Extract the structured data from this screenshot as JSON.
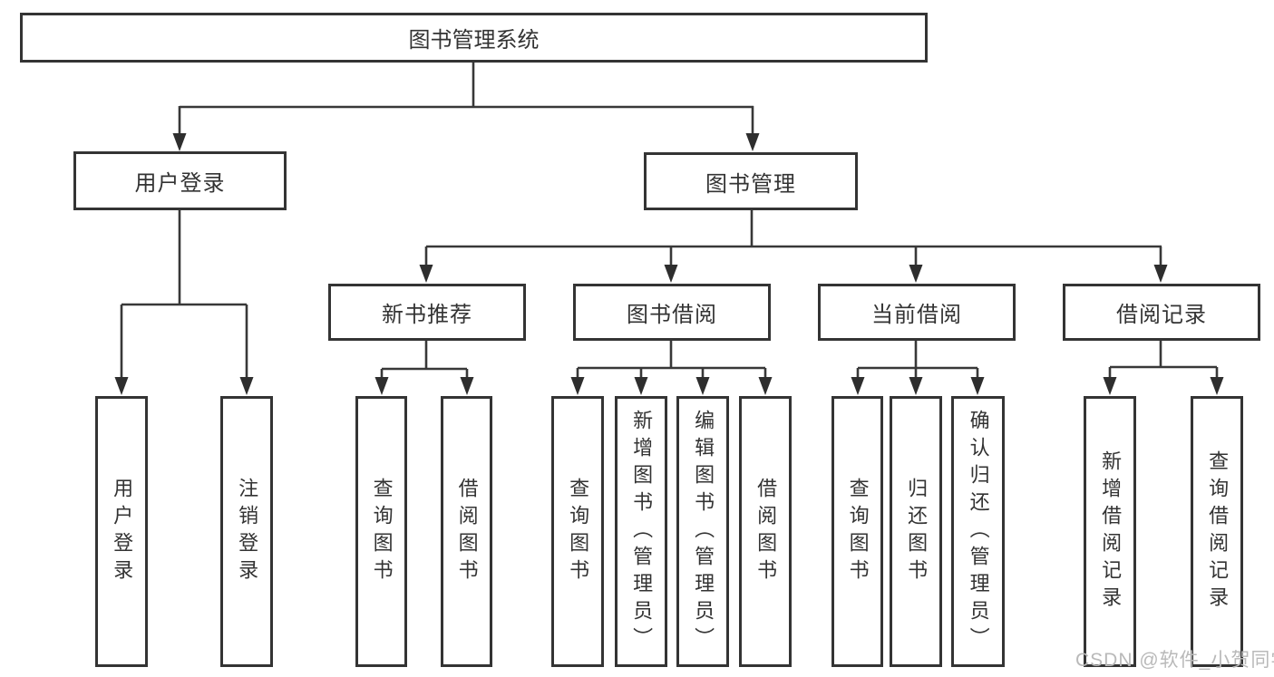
{
  "diagram_type": "hierarchy-tree",
  "colors": {
    "line": "#383838",
    "box_border": "#343434",
    "text": "#333333",
    "background": "#ffffff",
    "watermark": "#b9b9b9"
  },
  "tree": {
    "label": "图书管理系统",
    "children": [
      {
        "label": "用户登录",
        "children": [
          {
            "label": "用户登录"
          },
          {
            "label": "注销登录"
          }
        ]
      },
      {
        "label": "图书管理",
        "children": [
          {
            "label": "新书推荐",
            "children": [
              {
                "label": "查询图书"
              },
              {
                "label": "借阅图书"
              }
            ]
          },
          {
            "label": "图书借阅",
            "children": [
              {
                "label": "查询图书"
              },
              {
                "label": "新增图书（管理员）"
              },
              {
                "label": "编辑图书（管理员）"
              },
              {
                "label": "借阅图书"
              }
            ]
          },
          {
            "label": "当前借阅",
            "children": [
              {
                "label": "查询图书"
              },
              {
                "label": "归还图书"
              },
              {
                "label": "确认归还（管理员）"
              }
            ]
          },
          {
            "label": "借阅记录",
            "children": [
              {
                "label": "新增借阅记录"
              },
              {
                "label": "查询借阅记录"
              }
            ]
          }
        ]
      }
    ]
  },
  "watermark": "CSDN @软件_小贺同学"
}
